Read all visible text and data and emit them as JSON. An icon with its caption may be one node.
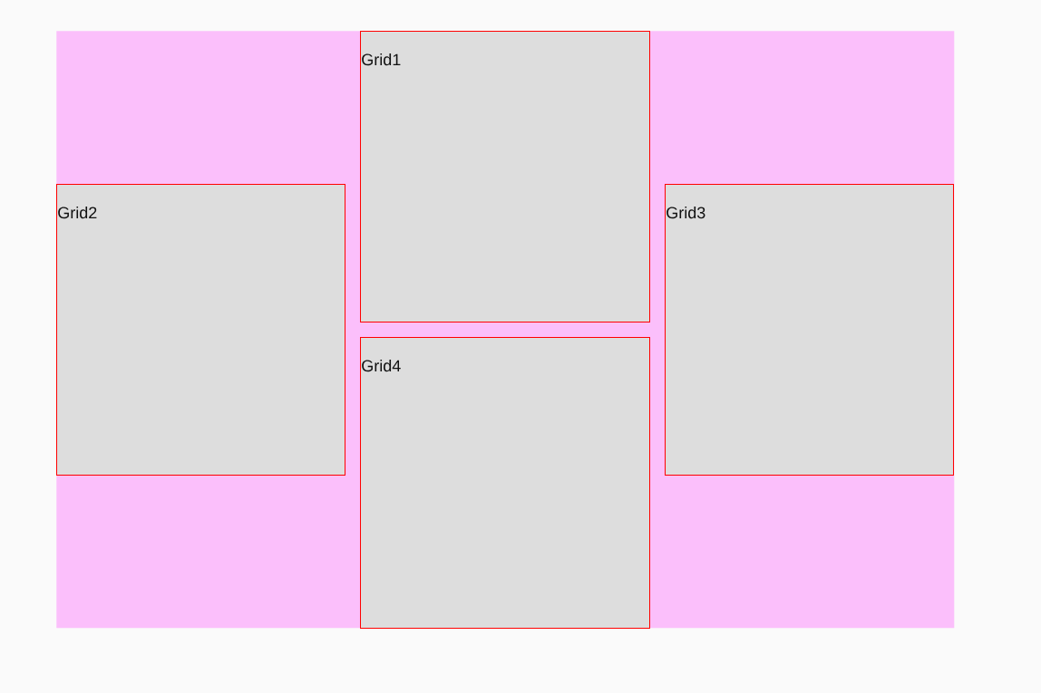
{
  "diagram": {
    "nodes": [
      {
        "text": [],
        "shape": "box"
      },
      {
        "text": [
          "Grid1"
        ],
        "in": 0
      },
      {
        "text": [
          "Grid2"
        ],
        "in": 0
      },
      {
        "text": [
          "Grid3"
        ],
        "in": 0
      },
      {
        "text": [
          "Grid4"
        ],
        "in": 0
      }
    ]
  }
}
